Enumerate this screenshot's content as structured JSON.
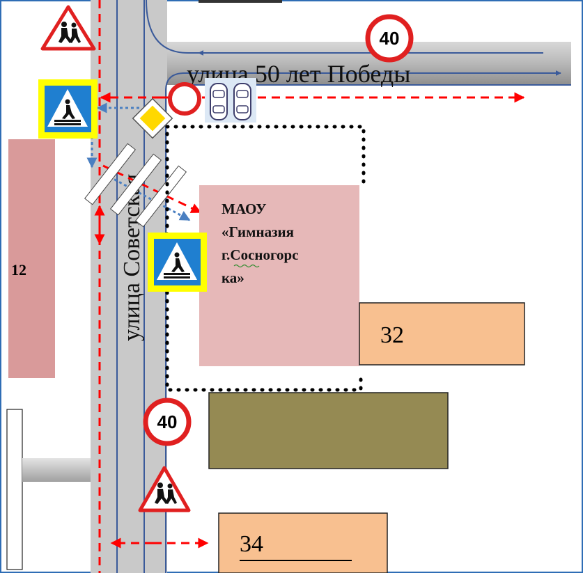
{
  "streets": {
    "horizontal": "улица 50 лет Победы",
    "vertical": "улица Советская"
  },
  "school": {
    "lines": [
      "МАОУ",
      "«Гимназия",
      "г.Сосногорс",
      "ка»"
    ]
  },
  "buildings": {
    "b12": "12",
    "b32": "32",
    "b34": "34"
  },
  "speed_limits": {
    "top": "40",
    "bottom": "40"
  },
  "colors": {
    "road": "#c9c9c9",
    "school": "#e6b8b8",
    "house_orange": "#f8c090",
    "house_olive": "#958a53",
    "house_12": "#d99a9a",
    "route_red": "#ff0000",
    "route_blue": "#4a7fc1",
    "lane_blue": "#3a5a9a"
  },
  "icons": [
    "children-crossing-sign-icon",
    "pedestrian-crossing-sign-icon",
    "no-entry-sign-icon",
    "priority-road-sign-icon",
    "parking-cars-icon",
    "speed-limit-sign-icon"
  ]
}
